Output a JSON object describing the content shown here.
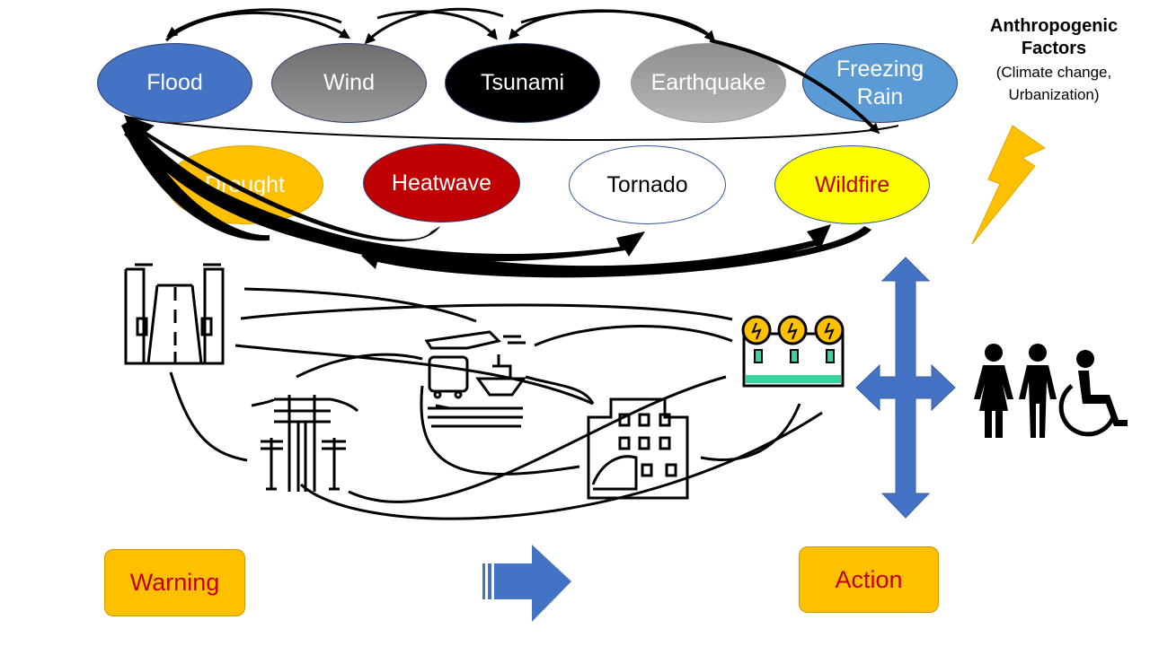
{
  "hazards": {
    "flood": "Flood",
    "wind": "Wind",
    "tsunami": "Tsunami",
    "earthquake": "Earthquake",
    "freezing_rain": "Freezing\nRain",
    "drought": "Drought",
    "heatwave": "Heatwave",
    "tornado": "Tornado",
    "wildfire": "Wildfire"
  },
  "anthropogenic": {
    "title": "Anthropogenic\nFactors",
    "subtitle": "(Climate change,\nUrbanization)"
  },
  "warning_label": "Warning",
  "action_label": "Action",
  "icons": [
    "lightning-bolt-icon",
    "road-icon",
    "power-lines-icon",
    "transportation-icon",
    "building-icon",
    "power-plant-icon",
    "four-way-arrow-icon",
    "people-icon",
    "right-arrow-icon"
  ],
  "colors": {
    "flood": "#4472c4",
    "wind": "#808080",
    "tsunami": "#000000",
    "earthquake": "#a6a6a6",
    "freezing_rain": "#5b9bd5",
    "drought": "#ffc000",
    "heatwave": "#c00000",
    "tornado": "#ffffff",
    "wildfire": "#ffff00",
    "arrow_blue": "#4472c4",
    "bolt": "#ffc000"
  }
}
